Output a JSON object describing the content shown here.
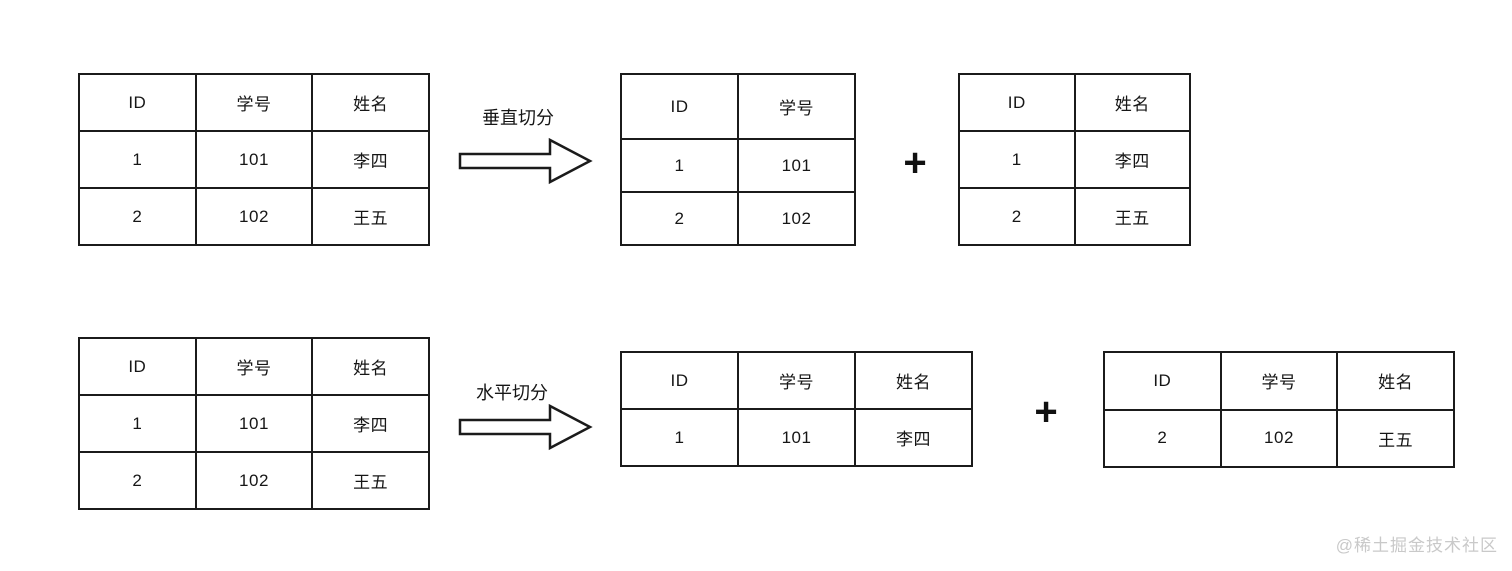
{
  "colors": {
    "line": "#1b1b1b",
    "background": "#ffffff",
    "watermark": "#c9c9c9"
  },
  "watermark": "@稀土掘金技术社区",
  "vertical": {
    "label": "垂直切分",
    "plus": "+",
    "source": {
      "headers": [
        "ID",
        "学号",
        "姓名"
      ],
      "rows": [
        [
          "1",
          "101",
          "李四"
        ],
        [
          "2",
          "102",
          "王五"
        ]
      ]
    },
    "left_result": {
      "headers": [
        "ID",
        "学号"
      ],
      "rows": [
        [
          "1",
          "101"
        ],
        [
          "2",
          "102"
        ]
      ]
    },
    "right_result": {
      "headers": [
        "ID",
        "姓名"
      ],
      "rows": [
        [
          "1",
          "李四"
        ],
        [
          "2",
          "王五"
        ]
      ]
    }
  },
  "horizontal": {
    "label": "水平切分",
    "plus": "+",
    "source": {
      "headers": [
        "ID",
        "学号",
        "姓名"
      ],
      "rows": [
        [
          "1",
          "101",
          "李四"
        ],
        [
          "2",
          "102",
          "王五"
        ]
      ]
    },
    "left_result": {
      "headers": [
        "ID",
        "学号",
        "姓名"
      ],
      "rows": [
        [
          "1",
          "101",
          "李四"
        ]
      ]
    },
    "right_result": {
      "headers": [
        "ID",
        "学号",
        "姓名"
      ],
      "rows": [
        [
          "2",
          "102",
          "王五"
        ]
      ]
    }
  }
}
